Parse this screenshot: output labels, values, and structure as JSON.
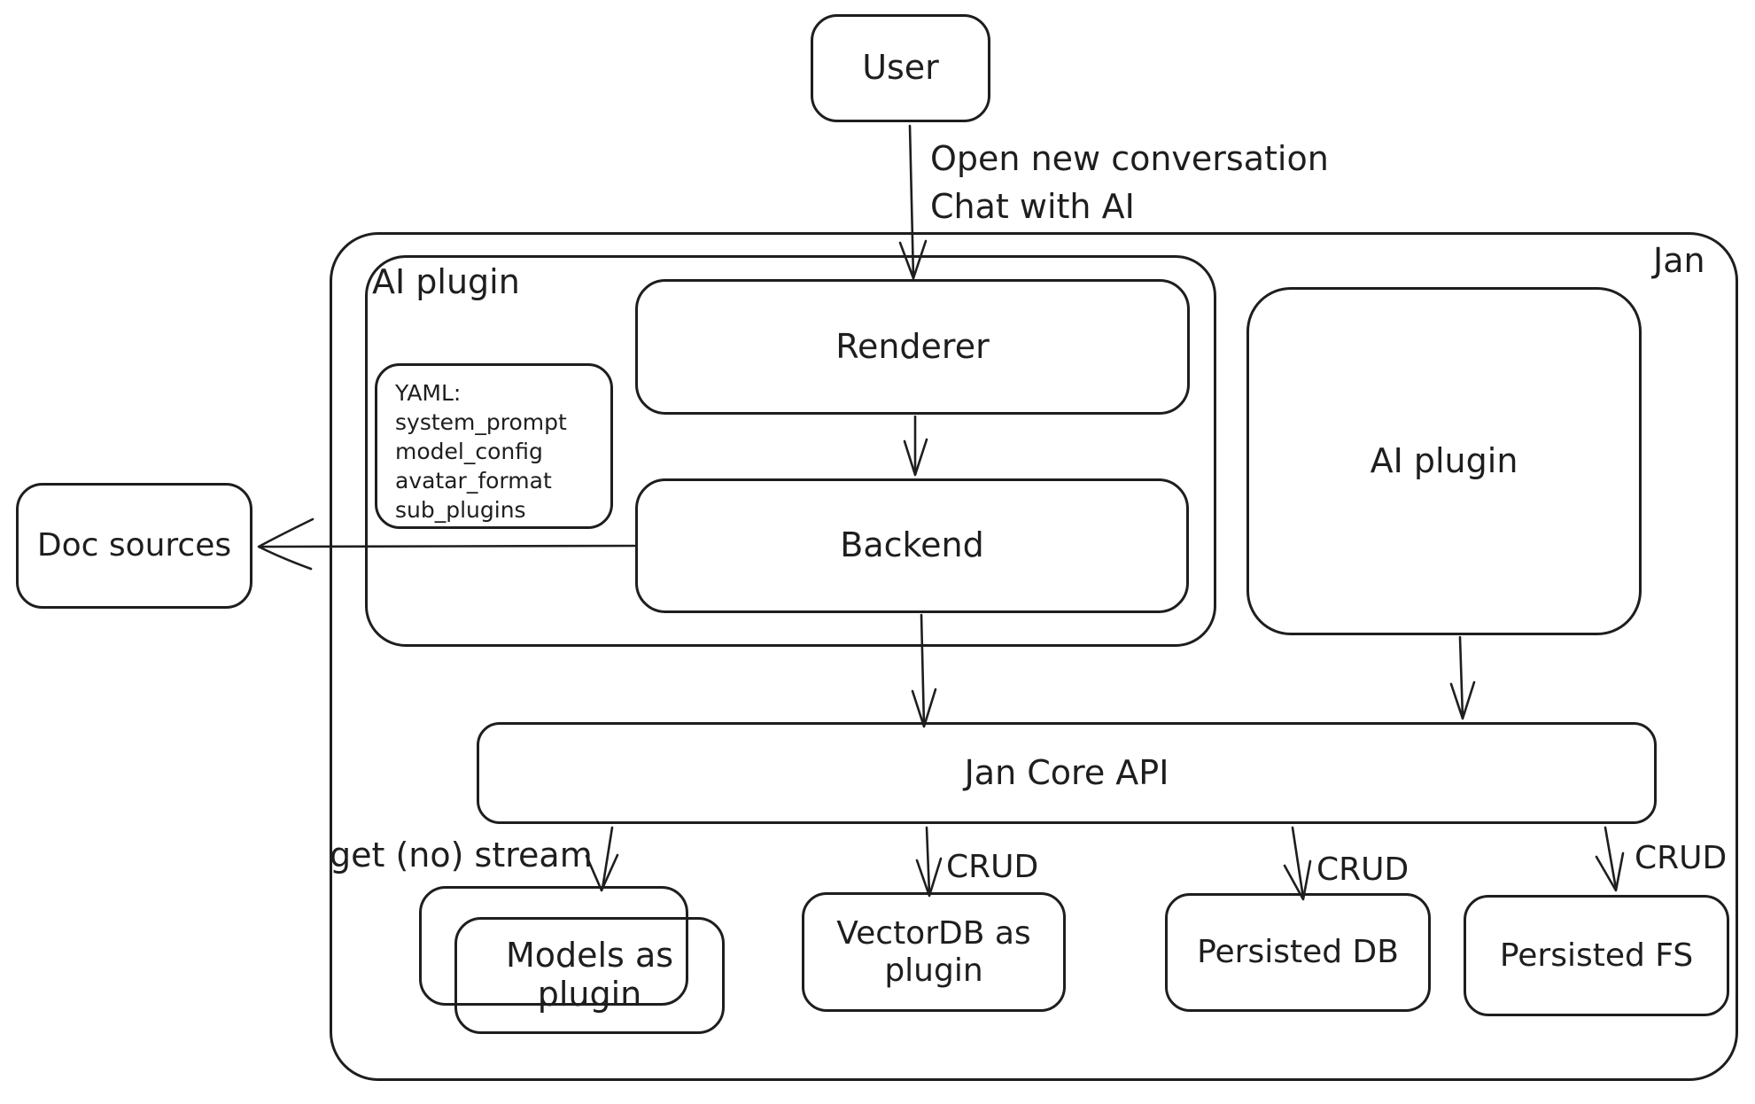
{
  "diagram": {
    "nodes": {
      "user": {
        "label": "User"
      },
      "jan": {
        "label": "Jan"
      },
      "ai_plugin_container": {
        "label": "AI plugin"
      },
      "yaml_note": {
        "lines": [
          "YAML:",
          "system_prompt",
          "model_config",
          "avatar_format",
          "sub_plugins"
        ]
      },
      "renderer": {
        "label": "Renderer"
      },
      "backend": {
        "label": "Backend"
      },
      "ai_plugin": {
        "label": "AI plugin"
      },
      "doc_sources": {
        "label": "Doc sources"
      },
      "jan_core_api": {
        "label": "Jan Core API"
      },
      "models_plugin": {
        "label": "Models as plugin"
      },
      "vectordb_plugin": {
        "label": "VectorDB as plugin"
      },
      "persisted_db": {
        "label": "Persisted DB"
      },
      "persisted_fs": {
        "label": "Persisted FS"
      }
    },
    "edges": {
      "user_to_renderer": {
        "label_lines": [
          "Open new conversation",
          "Chat with AI"
        ]
      },
      "jan_core_api_to_models": {
        "label": "get (no) stream"
      },
      "jan_core_api_to_vectordb": {
        "label": "CRUD"
      },
      "jan_core_api_to_persisted_db": {
        "label": "CRUD"
      },
      "jan_core_api_to_persisted_fs": {
        "label": "CRUD"
      }
    },
    "colors": {
      "stroke": "#1e1e1e",
      "background": "#ffffff"
    }
  }
}
